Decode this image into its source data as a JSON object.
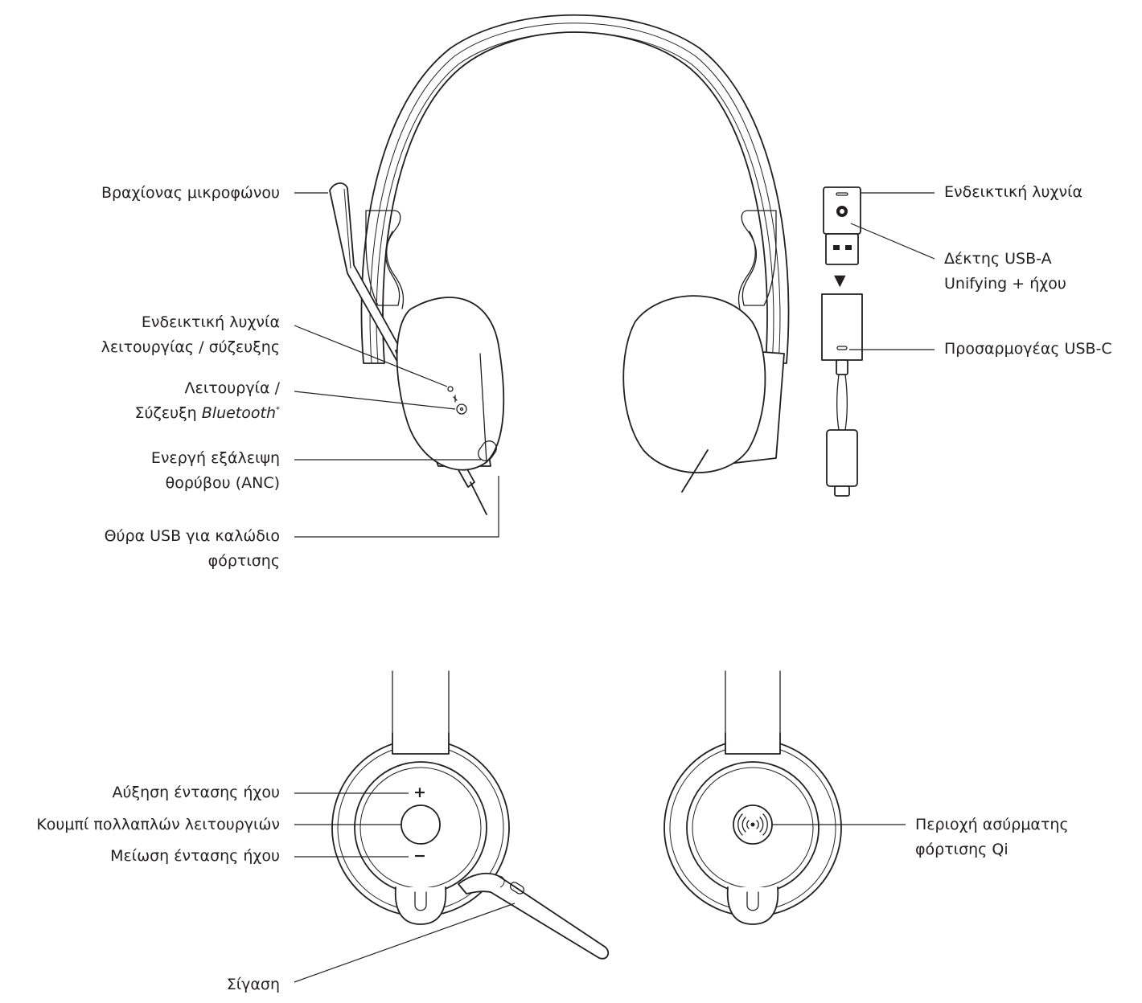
{
  "labels": {
    "mic_boom": "Βραχίονας μικροφώνου",
    "led_power_pair_1": "Ενδεικτική λυχνία",
    "led_power_pair_2": "λειτουργίας / σύζευξης",
    "power_bt_1": "Λειτουργία /",
    "power_bt_2_prefix": "Σύζευξη ",
    "power_bt_2_italic": "Bluetooth",
    "power_bt_2_sup": "*",
    "anc_1": "Ενεργή εξάλειψη",
    "anc_2": "θορύβου (ANC)",
    "usb_port_1": "Θύρα USB για καλώδιο",
    "usb_port_2": "φόρτισης",
    "receiver_led": "Ενδεικτική λυχνία",
    "receiver_1": "Δέκτης USB-A",
    "receiver_2": "Unifying + ήχου",
    "usbc_adapter": "Προσαρμογέας USB-C",
    "vol_up": "Αύξηση έντασης ήχου",
    "multi_button": "Κουμπί πολλαπλών λειτουργιών",
    "vol_down": "Μείωση έντασης ήχου",
    "mute": "Σίγαση",
    "qi_1": "Περιοχή ασύρματης",
    "qi_2": "φόρτισης Qi"
  },
  "symbols": {
    "vol_up": "+",
    "vol_down": "−",
    "arrow_down": "▼"
  },
  "colors": {
    "line": "#231f20",
    "background": "#ffffff"
  }
}
